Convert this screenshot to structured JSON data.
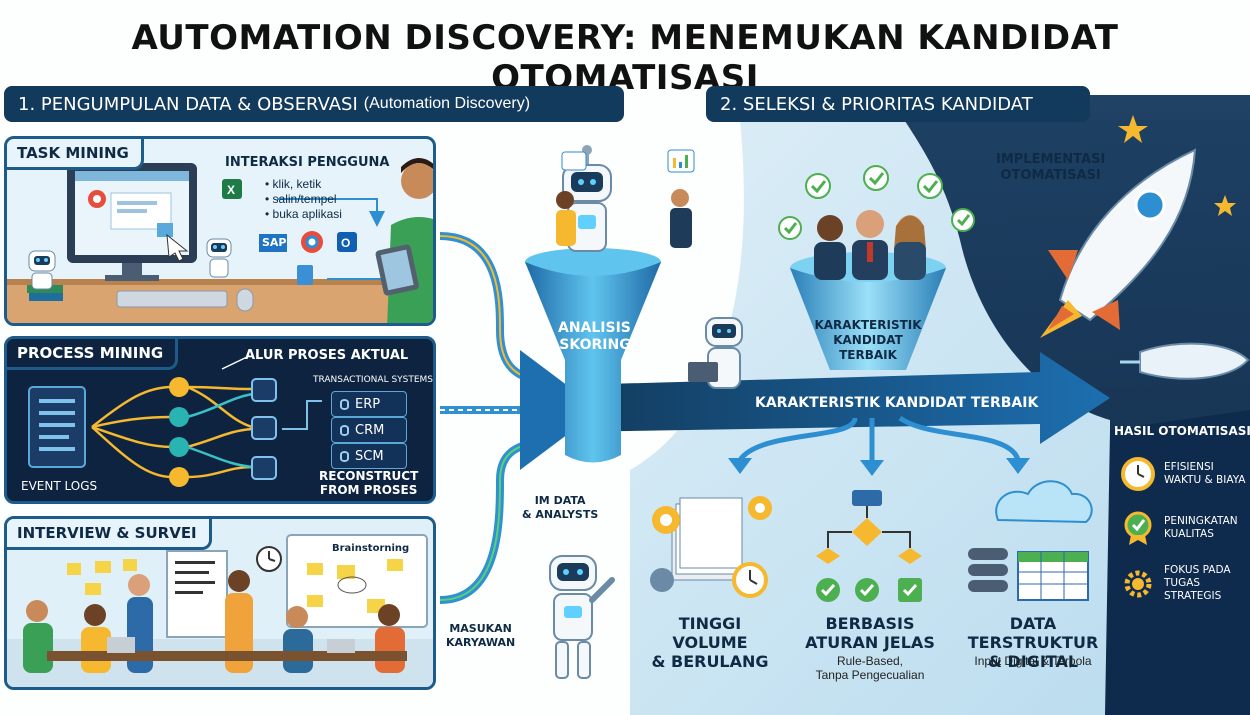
{
  "title": "AUTOMATION DISCOVERY: MENEMUKAN KANDIDAT OTOMATISASI",
  "section1": {
    "label": "1. PENGUMPULAN DATA & OBSERVASI",
    "sub": "(Automation Discovery)"
  },
  "section2": {
    "label": "2. SELEKSI & PRIORITAS KANDIDAT"
  },
  "task_mining": {
    "tag": "TASK MINING",
    "heading": "INTERAKSI PENGGUNA",
    "bullets": [
      "klik, ketik",
      "salin/tempel",
      "buka aplikasi"
    ],
    "app_icon": "SAP"
  },
  "process_mining": {
    "tag": "PROCESS MINING",
    "flow_label": "ALUR PROSES AKTUAL",
    "event_logs": "EVENT LOGS",
    "systems_label": "TRANSACTIONAL SYSTEMS",
    "systems": [
      "ERP",
      "CRM",
      "SCM"
    ],
    "reconstruct": [
      "RECONSTRUCT",
      "FROM PROSES"
    ]
  },
  "interview": {
    "tag": "INTERVIEW & SURVEI",
    "board": "Brainstorning"
  },
  "funnel1": {
    "label": [
      "ANALISIS &",
      "SKORING"
    ]
  },
  "it_data": [
    "IM DATA",
    "& ANALYSTS"
  ],
  "masukan": [
    "MASUKAN",
    "KARYAWAN"
  ],
  "funnel2": {
    "label": [
      "KARAKTERISTIK",
      "KANDIDAT",
      "TERBAIK"
    ]
  },
  "main_arrow": {
    "label": "KARAKTERISTIK KANDIDAT TERBAIK"
  },
  "implementasi": [
    "IMPLEMENTASI",
    "OTOMATISASI"
  ],
  "criteria": [
    {
      "title": [
        "TINGGI VOLUME",
        "& BERULANG"
      ],
      "sub": []
    },
    {
      "title": [
        "BERBASIS",
        "ATURAN JELAS"
      ],
      "sub": [
        "Rule-Based,",
        "Tanpa Pengecualian"
      ]
    },
    {
      "title": [
        "DATA TERSTRUKTUR",
        "& DIGITAL"
      ],
      "sub": [
        "Input Digital & Terpola"
      ]
    }
  ],
  "results": {
    "heading": "HASIL OTOMATISASI",
    "items": [
      {
        "icon": "clock-icon",
        "text": [
          "EFISIENSI",
          "WAKTU & BIAYA"
        ]
      },
      {
        "icon": "award-badge-icon",
        "text": [
          "PENINGKATAN",
          "KUALITAS"
        ]
      },
      {
        "icon": "gear-icon",
        "text": [
          "FOKUS PADA",
          "TUGAS",
          "STRATEGIS"
        ]
      }
    ]
  },
  "colors": {
    "navy": "#123a5c",
    "accent_blue": "#2d8fd1",
    "green": "#4caf50",
    "yellow": "#f5b82e",
    "arrow_blue": "#1d6fb0"
  }
}
